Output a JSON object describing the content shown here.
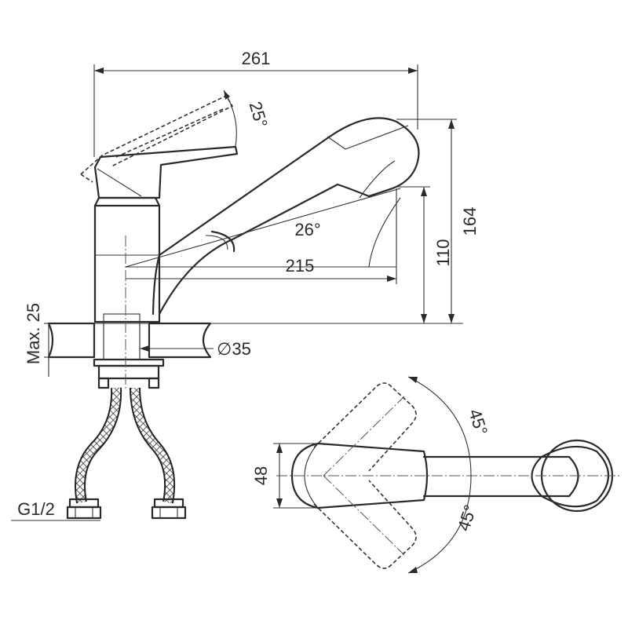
{
  "dimensions": {
    "total_length": "261",
    "spout_reach": "215",
    "total_height": "164",
    "spout_height": "110",
    "lever_tilt": "25°",
    "spout_tilt": "26°",
    "max_countertop": "Max. 25",
    "hole_diameter": "∅35",
    "hose_thread": "G1/2",
    "handle_width": "48",
    "rotation_up": "45°",
    "rotation_down": "45°"
  }
}
